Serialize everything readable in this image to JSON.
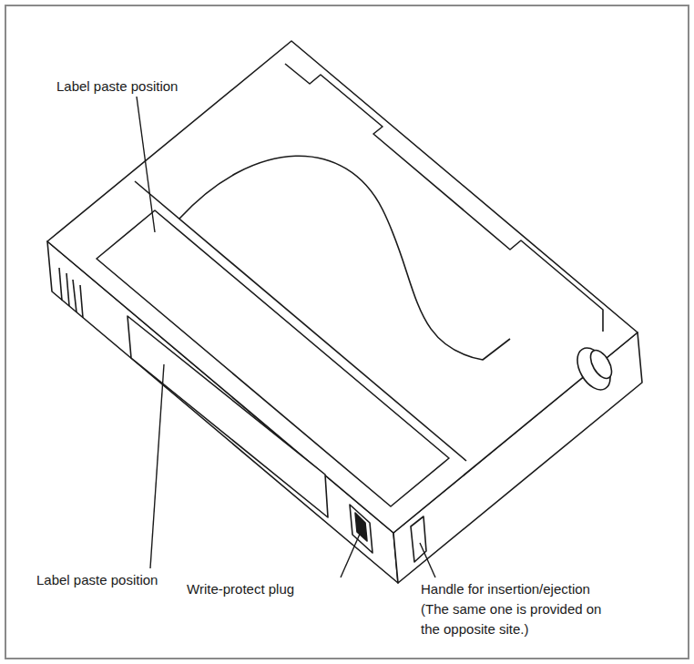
{
  "diagram": {
    "labels": [
      "Label paste position",
      "Label paste position",
      "Write-protect plug",
      "Handle for insertion/ejection (The same one is provided on the opposite site.)"
    ]
  }
}
